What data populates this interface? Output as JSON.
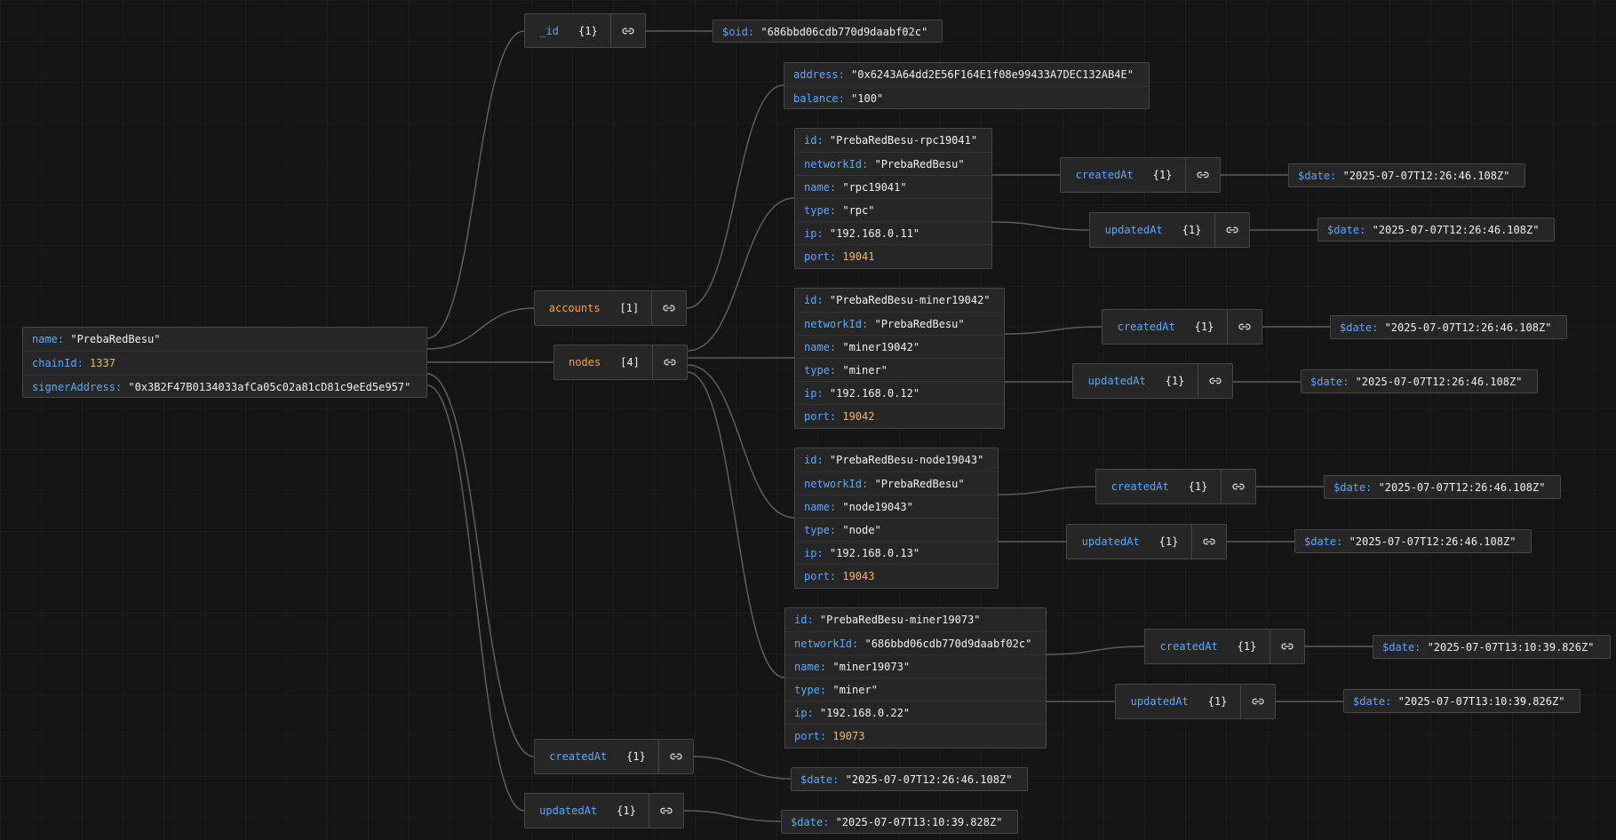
{
  "icons": {
    "link": "link-icon"
  },
  "root": {
    "rows": [
      {
        "key": "name",
        "value": "\"PrebaRedBesu\"",
        "type": "string"
      },
      {
        "key": "chainId",
        "value": "1337",
        "type": "number"
      },
      {
        "key": "signerAddress",
        "value": "\"0x3B2F47B0134033afCa05c02a81cD81c9eEd5e957\"",
        "type": "string"
      }
    ]
  },
  "groups": {
    "id": {
      "key": "_id",
      "count": "{1}"
    },
    "accounts": {
      "key": "accounts",
      "count": "[1]"
    },
    "nodes": {
      "key": "nodes",
      "count": "[4]"
    },
    "createdAt": {
      "key": "createdAt",
      "count": "{1}"
    },
    "updatedAt": {
      "key": "updatedAt",
      "count": "{1}"
    },
    "n1_createdAt": {
      "key": "createdAt",
      "count": "{1}"
    },
    "n1_updatedAt": {
      "key": "updatedAt",
      "count": "{1}"
    },
    "n2_createdAt": {
      "key": "createdAt",
      "count": "{1}"
    },
    "n2_updatedAt": {
      "key": "updatedAt",
      "count": "{1}"
    },
    "n3_createdAt": {
      "key": "createdAt",
      "count": "{1}"
    },
    "n3_updatedAt": {
      "key": "updatedAt",
      "count": "{1}"
    },
    "n4_createdAt": {
      "key": "createdAt",
      "count": "{1}"
    },
    "n4_updatedAt": {
      "key": "updatedAt",
      "count": "{1}"
    }
  },
  "leaves": {
    "oid": {
      "key": "$oid",
      "value": "\"686bbd06cdb770d9daabf02c\""
    },
    "account": [
      {
        "key": "address",
        "value": "\"0x6243A64dd2E56F164E1f08e99433A7DEC132AB4E\""
      },
      {
        "key": "balance",
        "value": "\"100\""
      }
    ],
    "rootCreated": {
      "key": "$date",
      "value": "\"2025-07-07T12:26:46.108Z\""
    },
    "rootUpdated": {
      "key": "$date",
      "value": "\"2025-07-07T13:10:39.828Z\""
    },
    "n1_created": {
      "key": "$date",
      "value": "\"2025-07-07T12:26:46.108Z\""
    },
    "n1_updated": {
      "key": "$date",
      "value": "\"2025-07-07T12:26:46.108Z\""
    },
    "n2_created": {
      "key": "$date",
      "value": "\"2025-07-07T12:26:46.108Z\""
    },
    "n2_updated": {
      "key": "$date",
      "value": "\"2025-07-07T12:26:46.108Z\""
    },
    "n3_created": {
      "key": "$date",
      "value": "\"2025-07-07T12:26:46.108Z\""
    },
    "n3_updated": {
      "key": "$date",
      "value": "\"2025-07-07T12:26:46.108Z\""
    },
    "n4_created": {
      "key": "$date",
      "value": "\"2025-07-07T13:10:39.826Z\""
    },
    "n4_updated": {
      "key": "$date",
      "value": "\"2025-07-07T13:10:39.826Z\""
    }
  },
  "nodes": [
    [
      {
        "key": "id",
        "value": "\"PrebaRedBesu-rpc19041\"",
        "type": "string"
      },
      {
        "key": "networkId",
        "value": "\"PrebaRedBesu\"",
        "type": "string"
      },
      {
        "key": "name",
        "value": "\"rpc19041\"",
        "type": "string"
      },
      {
        "key": "type",
        "value": "\"rpc\"",
        "type": "string"
      },
      {
        "key": "ip",
        "value": "\"192.168.0.11\"",
        "type": "string"
      },
      {
        "key": "port",
        "value": "19041",
        "type": "number"
      }
    ],
    [
      {
        "key": "id",
        "value": "\"PrebaRedBesu-miner19042\"",
        "type": "string"
      },
      {
        "key": "networkId",
        "value": "\"PrebaRedBesu\"",
        "type": "string"
      },
      {
        "key": "name",
        "value": "\"miner19042\"",
        "type": "string"
      },
      {
        "key": "type",
        "value": "\"miner\"",
        "type": "string"
      },
      {
        "key": "ip",
        "value": "\"192.168.0.12\"",
        "type": "string"
      },
      {
        "key": "port",
        "value": "19042",
        "type": "number"
      }
    ],
    [
      {
        "key": "id",
        "value": "\"PrebaRedBesu-node19043\"",
        "type": "string"
      },
      {
        "key": "networkId",
        "value": "\"PrebaRedBesu\"",
        "type": "string"
      },
      {
        "key": "name",
        "value": "\"node19043\"",
        "type": "string"
      },
      {
        "key": "type",
        "value": "\"node\"",
        "type": "string"
      },
      {
        "key": "ip",
        "value": "\"192.168.0.13\"",
        "type": "string"
      },
      {
        "key": "port",
        "value": "19043",
        "type": "number"
      }
    ],
    [
      {
        "key": "id",
        "value": "\"PrebaRedBesu-miner19073\"",
        "type": "string"
      },
      {
        "key": "networkId",
        "value": "\"686bbd06cdb770d9daabf02c\"",
        "type": "string"
      },
      {
        "key": "name",
        "value": "\"miner19073\"",
        "type": "string"
      },
      {
        "key": "type",
        "value": "\"miner\"",
        "type": "string"
      },
      {
        "key": "ip",
        "value": "\"192.168.0.22\"",
        "type": "string"
      },
      {
        "key": "port",
        "value": "19073",
        "type": "number"
      }
    ]
  ]
}
